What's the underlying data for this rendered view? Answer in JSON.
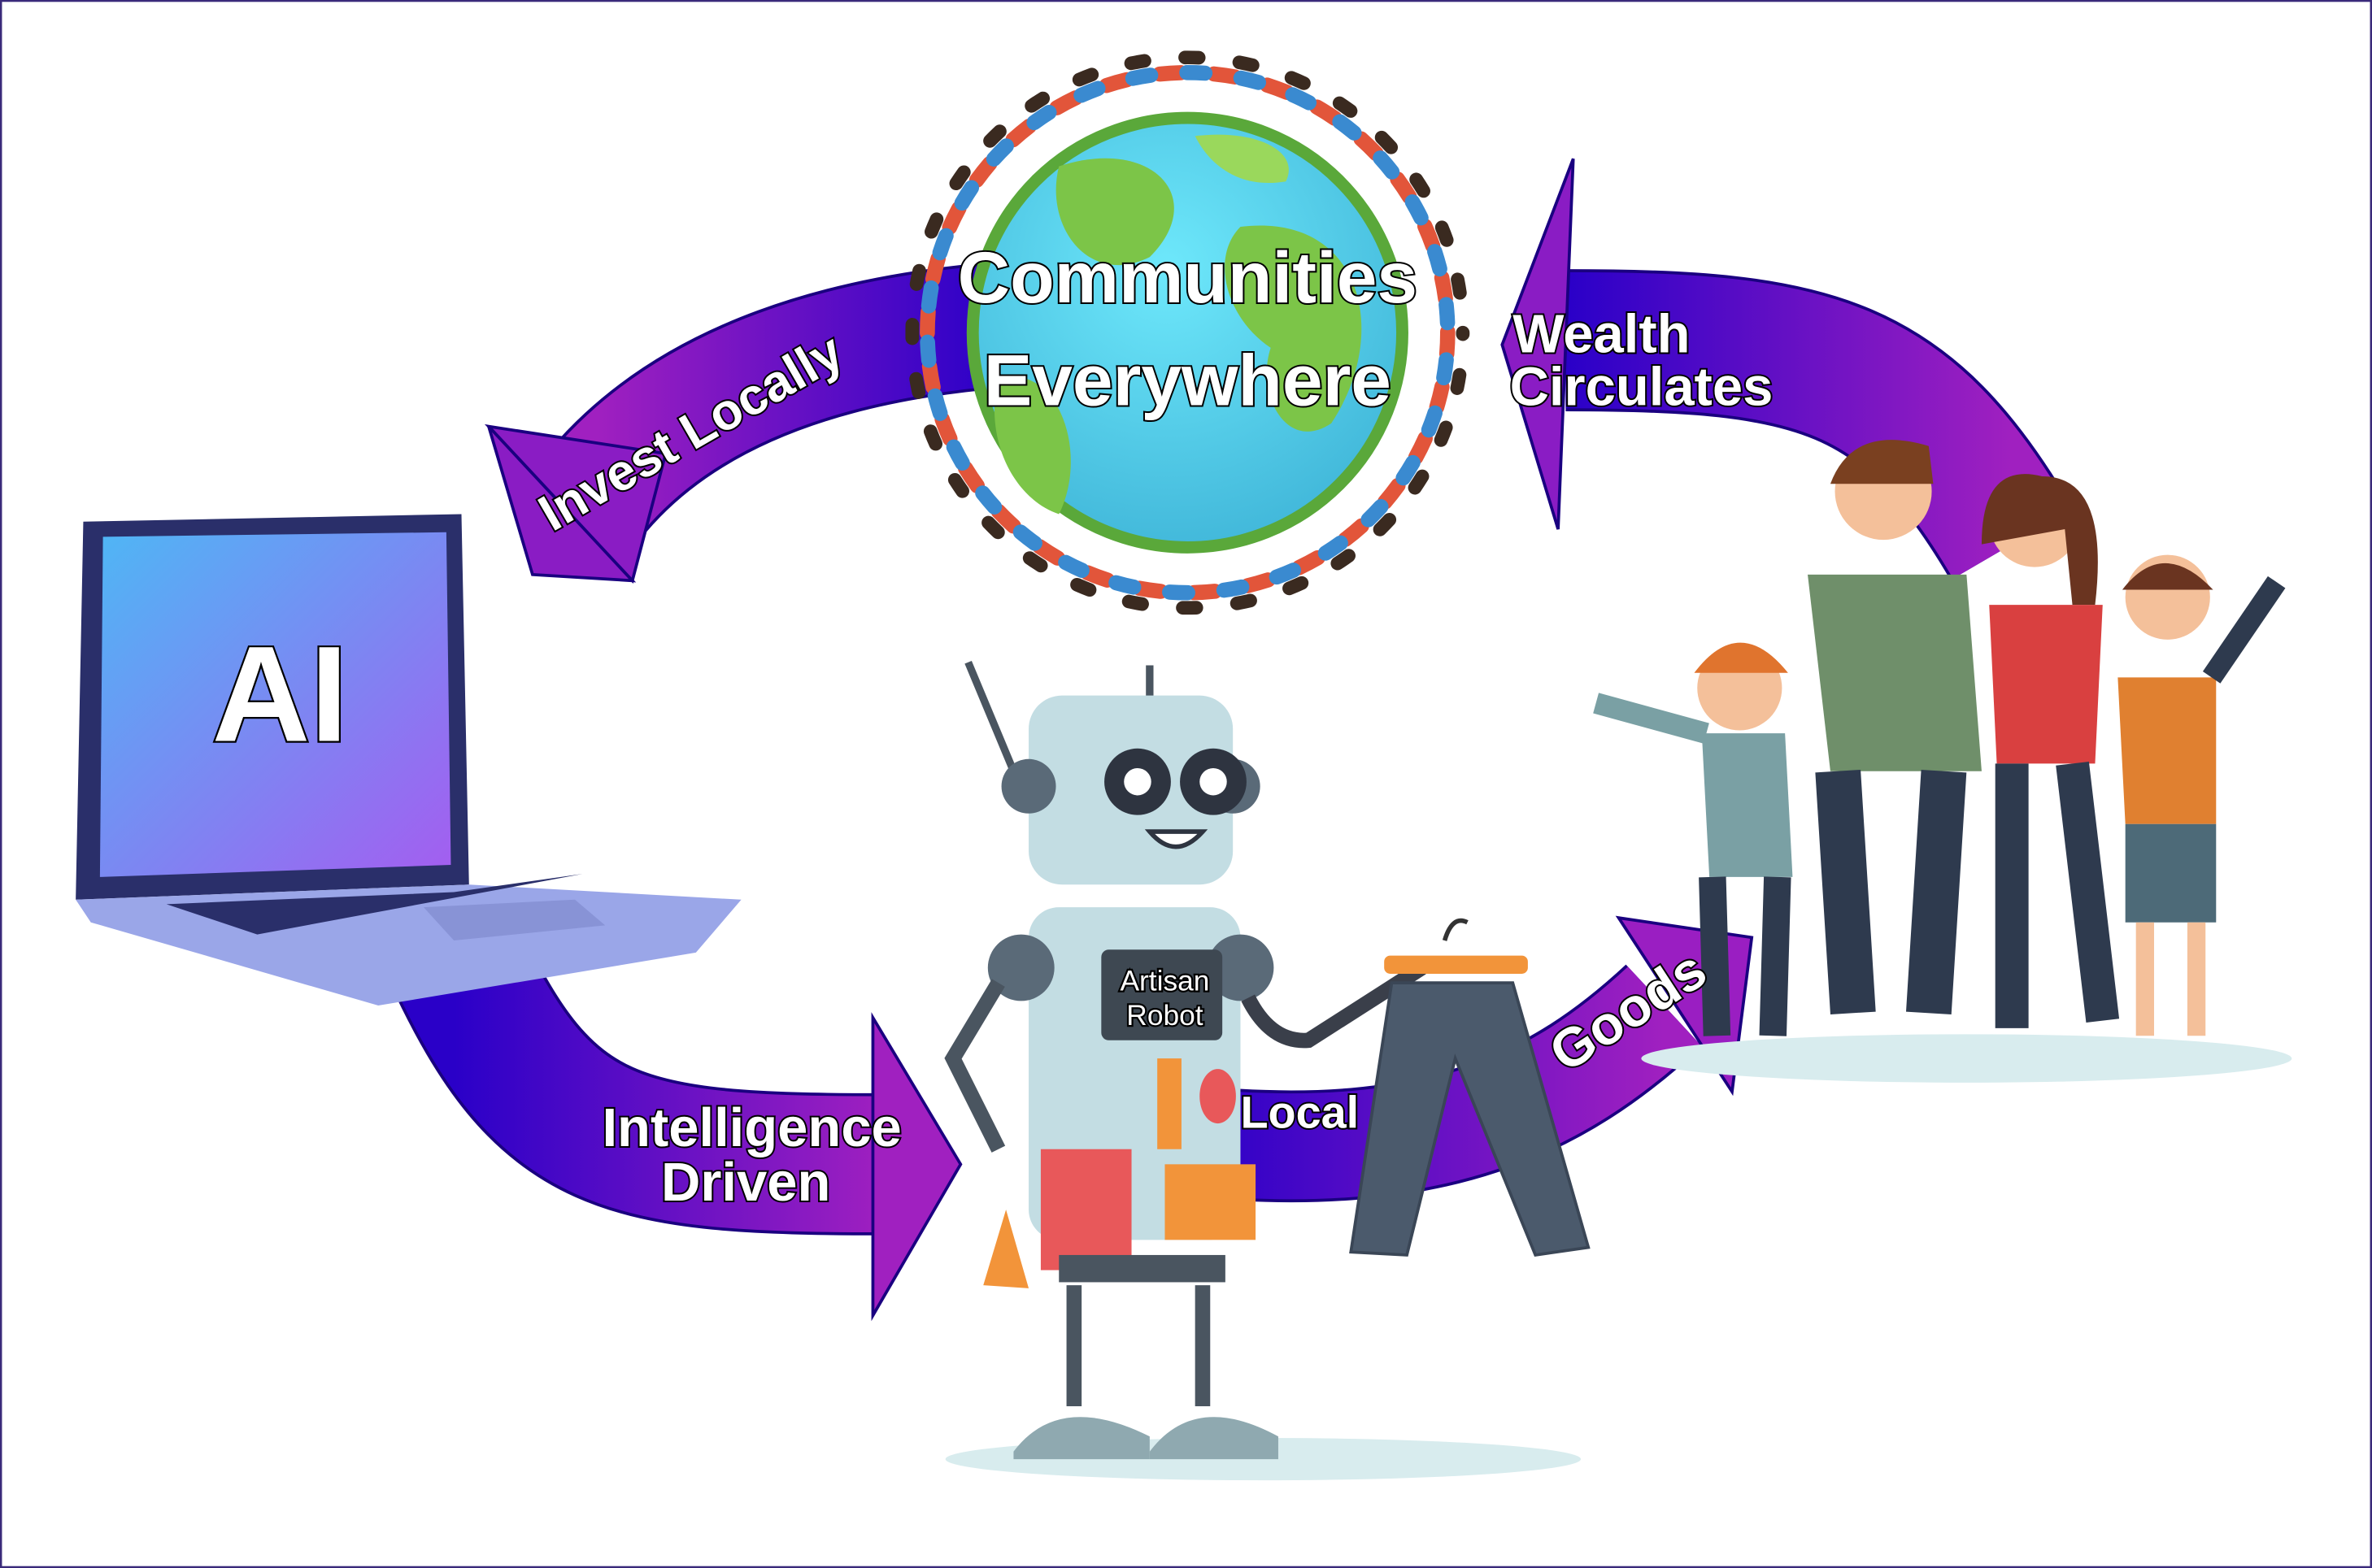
{
  "diagram": {
    "center": {
      "line1": "Communities",
      "line2": "Everywhere"
    },
    "arrows": {
      "invest": "Invest Locally",
      "wealth": {
        "line1": "Wealth",
        "line2": "Circulates"
      },
      "intelligence": {
        "line1": "Intelligence",
        "line2": "Driven"
      },
      "local": "Local",
      "goods": "Goods"
    },
    "laptop_label": "AI",
    "robot_sign": {
      "line1": "Artisan",
      "line2": "Robot"
    },
    "colors": {
      "arrow_start": "#2a00c8",
      "arrow_end": "#a020c0",
      "globe_water": "#5fd6ef",
      "globe_land": "#7cc548"
    }
  }
}
